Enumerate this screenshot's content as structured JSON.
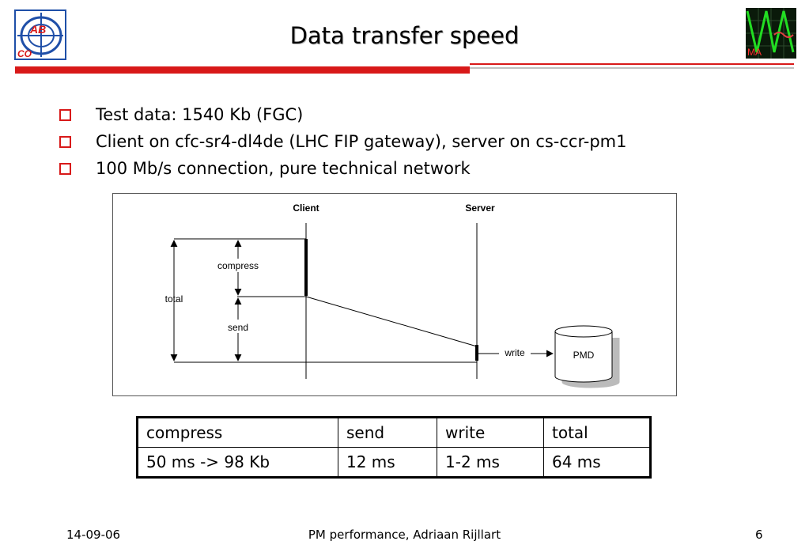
{
  "header": {
    "title": "Data transfer speed",
    "logo_left_text_top": "AB",
    "logo_left_text_bottom": "CO",
    "logo_right_text": "MA"
  },
  "bullets": [
    "Test data: 1540 Kb (FGC)",
    "Client on cfc-sr4-dl4de (LHC FIP gateway), server on cs-ccr-pm1",
    "100 Mb/s connection, pure technical network"
  ],
  "diagram": {
    "client_label": "Client",
    "server_label": "Server",
    "compress_label": "compress",
    "send_label": "send",
    "total_label": "total",
    "write_label": "write",
    "pmd_label": "PMD"
  },
  "table": {
    "headers": [
      "compress",
      "send",
      "write",
      "total"
    ],
    "row": [
      "50 ms -> 98 Kb",
      "12 ms",
      "1-2 ms",
      "64 ms"
    ]
  },
  "footer": {
    "date": "14-09-06",
    "center": "PM performance, Adriaan Rijllart",
    "page": "6"
  },
  "colors": {
    "accent_red": "#d81919",
    "logo_blue": "#1f4fa8"
  }
}
